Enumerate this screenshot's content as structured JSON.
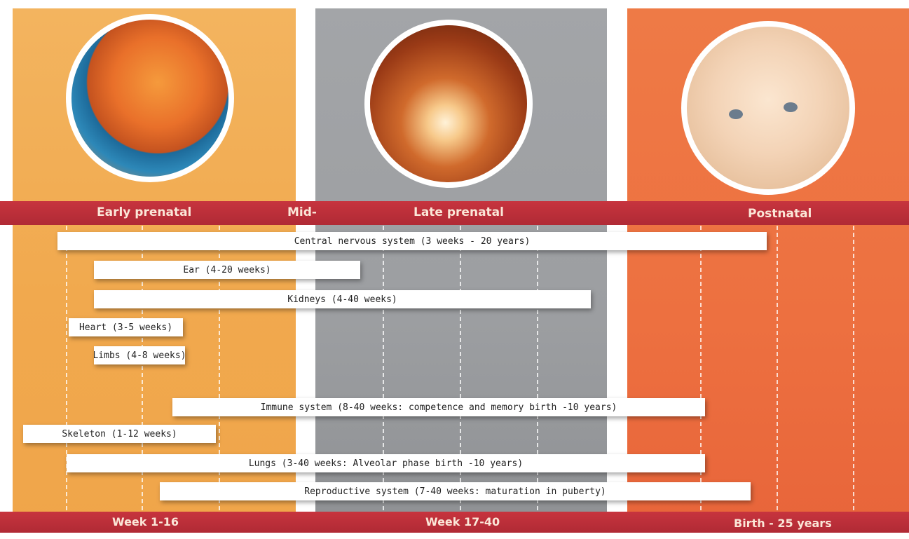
{
  "stages": {
    "early_prenatal": "Early prenatal",
    "mid": "Mid-",
    "late_prenatal": "Late prenatal",
    "postnatal": "Postnatal"
  },
  "periods": {
    "early": "Week 1-16",
    "late": "Week 17-40",
    "postnatal": "Birth - 25 years"
  },
  "bars": [
    {
      "label": "Central nervous system (3 weeks - 20 years)"
    },
    {
      "label": "Ear (4-20 weeks)"
    },
    {
      "label": "Kidneys (4-40 weeks)"
    },
    {
      "label": "Heart (3-5 weeks)"
    },
    {
      "label": "Limbs (4-8 weeks)"
    },
    {
      "label": "Immune system (8-40 weeks: competence and memory birth -10 years)"
    },
    {
      "label": "Skeleton (1-12 weeks)"
    },
    {
      "label": "Lungs (3-40 weeks: Alveolar phase birth -10 years)"
    },
    {
      "label": "Reproductive system (7-40 weeks: maturation in puberty)"
    }
  ],
  "colors": {
    "early_panel": "#f1a94e",
    "late_panel": "#9c9ea1",
    "postnatal_panel": "#ed7040",
    "band": "#b02a35"
  }
}
